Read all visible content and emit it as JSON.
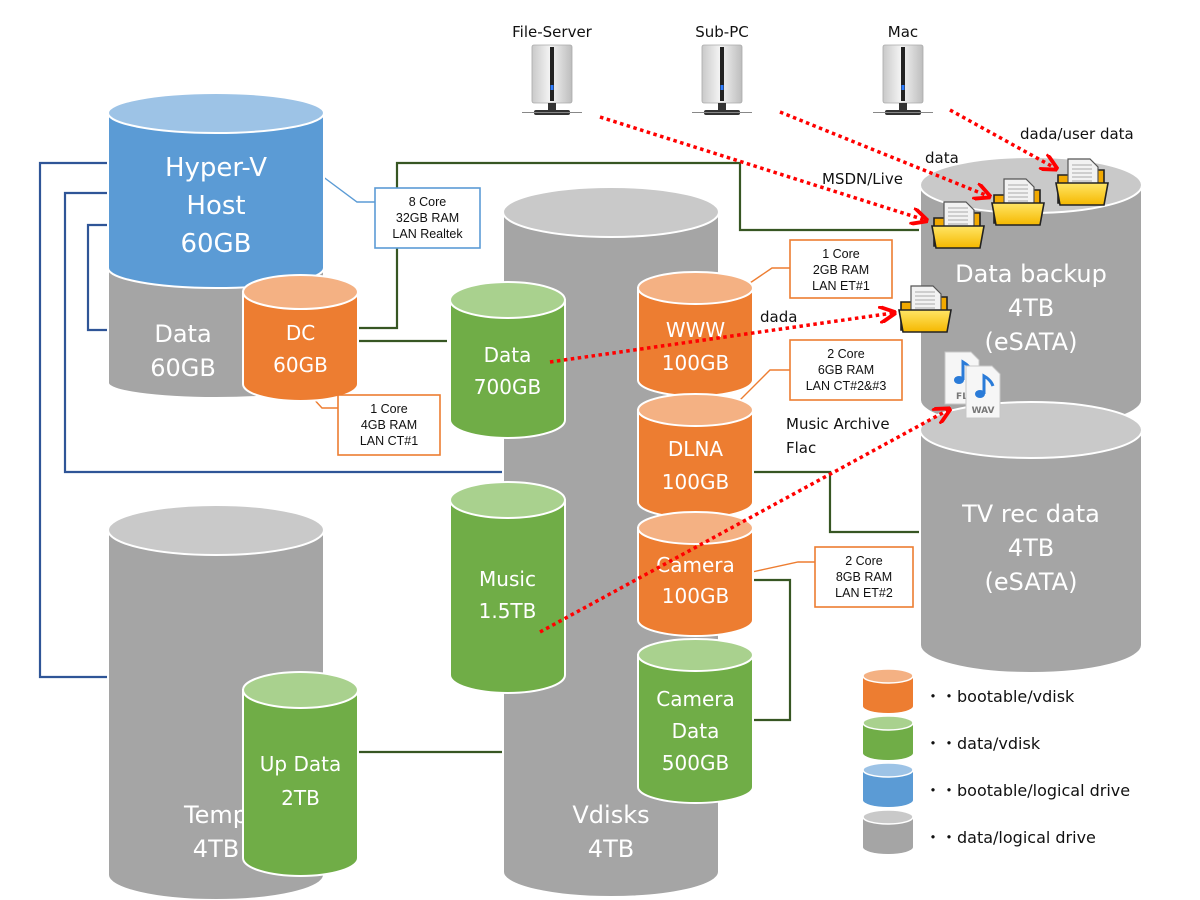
{
  "colors": {
    "orange_body": "#ED7D31",
    "orange_top": "#F4B183",
    "green_body": "#70AD47",
    "green_top": "#A9D18E",
    "blue_body": "#5B9BD5",
    "blue_top": "#9DC3E6",
    "gray_body": "#A5A5A5",
    "gray_top": "#C9C9C9",
    "host_line": "#2F5597",
    "vm_line": "#375623",
    "arrow": "#FF0000"
  },
  "computers": [
    {
      "label": "File-Server"
    },
    {
      "label": "Sub-PC"
    },
    {
      "label": "Mac"
    }
  ],
  "disks": {
    "hyperv": {
      "lines": [
        "Hyper-V",
        "Host",
        "60GB"
      ]
    },
    "data60": {
      "lines": [
        "Data",
        "60GB"
      ]
    },
    "dc": {
      "lines": [
        "DC",
        "60GB"
      ]
    },
    "temp": {
      "lines": [
        "Temp",
        "4TB"
      ]
    },
    "updata": {
      "lines": [
        "Up Data",
        "2TB"
      ]
    },
    "vdisks": {
      "lines": [
        "Vdisks",
        "4TB"
      ]
    },
    "data700": {
      "lines": [
        "Data",
        "700GB"
      ]
    },
    "music": {
      "lines": [
        "Music",
        "1.5TB"
      ]
    },
    "www": {
      "lines": [
        "WWW",
        "100GB"
      ]
    },
    "dlna": {
      "lines": [
        "DLNA",
        "100GB"
      ]
    },
    "camera": {
      "lines": [
        "Camera",
        "100GB"
      ]
    },
    "cameradata": {
      "lines": [
        "Camera",
        "Data",
        "500GB"
      ]
    },
    "backup": {
      "lines": [
        "Data backup",
        "4TB",
        "(eSATA)"
      ]
    },
    "tvrec": {
      "lines": [
        "TV rec data",
        "4TB",
        "(eSATA)"
      ]
    }
  },
  "notes": {
    "host": [
      "8 Core",
      "32GB RAM",
      "LAN Realtek"
    ],
    "dc": [
      "1 Core",
      "4GB RAM",
      "LAN CT#1"
    ],
    "www": [
      "1 Core",
      "2GB RAM",
      "LAN ET#1"
    ],
    "dlna": [
      "2 Core",
      "6GB RAM",
      "LAN CT#2&#3"
    ],
    "camera": [
      "2 Core",
      "8GB RAM",
      "LAN ET#2"
    ]
  },
  "annotations": {
    "msdn": "MSDN/Live",
    "data": "data",
    "userdata": "dada/user data",
    "dada": "dada",
    "music1": "Music Archive",
    "music2": "Flac"
  },
  "file_icons": {
    "flac": "FL",
    "wav": "WAV"
  },
  "legend": [
    {
      "label": "・・bootable/vdisk",
      "color": "orange"
    },
    {
      "label": "・・data/vdisk",
      "color": "green"
    },
    {
      "label": "・・bootable/logical drive",
      "color": "blue"
    },
    {
      "label": "・・data/logical drive",
      "color": "gray"
    }
  ]
}
